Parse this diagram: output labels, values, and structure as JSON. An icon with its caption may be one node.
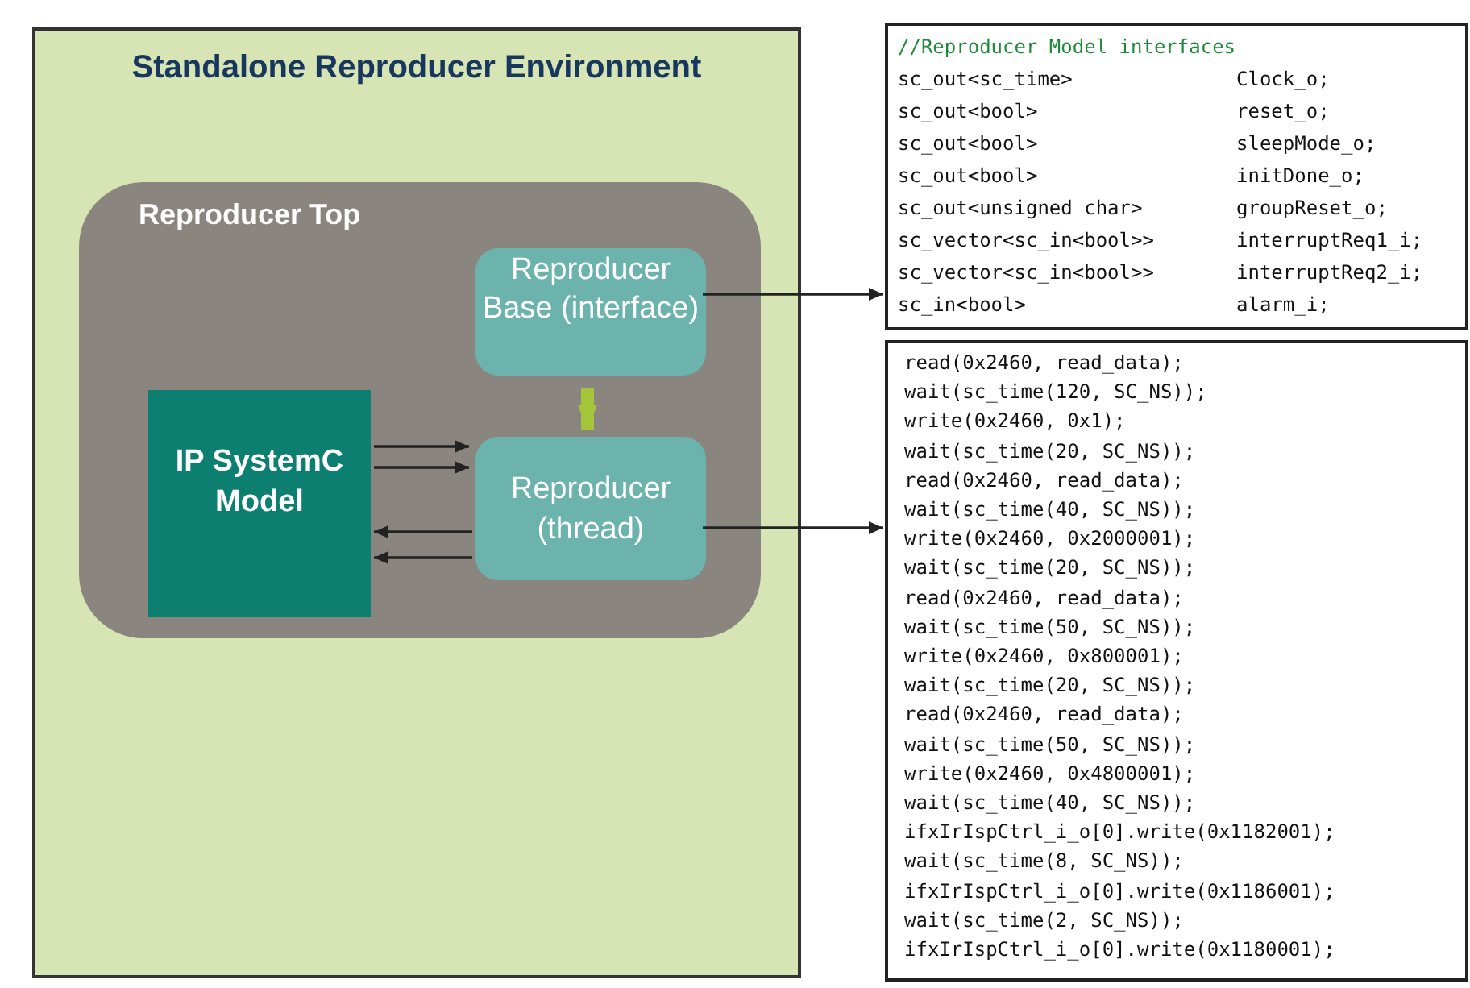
{
  "diagram": {
    "nodes": [
      {
        "text": [
          "Standalone Reproducer Environment"
        ]
      },
      {
        "text": [
          "Reproducer Top"
        ],
        "in": 0
      },
      {
        "text": [
          "Reproducer Base (interface)"
        ],
        "in": 1
      },
      {
        "text": [
          "IP SystemC Model"
        ],
        "in": 1
      },
      {
        "text": [
          "Reproducer (thread)"
        ],
        "in": 1
      },
      {
        "text": [
          "//Reproducer Model interfaces",
          "sc_out<sc_time>",
          "Clock_o;",
          "sc_out<bool>",
          "reset_o;",
          "sc_out<bool>",
          "sleepMode_o;",
          "sc_out<bool>",
          "initDone_o;",
          "sc_out<unsigned char>",
          "groupReset_o;",
          "sc_vector<sc_in<bool>>",
          "interruptReq1_i;",
          "sc_vector<sc_in<bool>>",
          "interruptReq2_i;",
          "sc_in<bool>",
          "alarm_i;"
        ]
      },
      {
        "text": [
          "read(0x2460, read_data);",
          "wait(sc_time(120, SC_NS));",
          "write(0x2460, 0x1);",
          "wait(sc_time(20, SC_NS));",
          "read(0x2460, read_data);",
          "wait(sc_time(40, SC_NS));",
          "write(0x2460, 0x2000001);",
          "wait(sc_time(20, SC_NS));",
          "read(0x2460, read_data);",
          "wait(sc_time(50, SC_NS));",
          "write(0x2460, 0x800001);",
          "wait(sc_time(20, SC_NS));",
          "read(0x2460, read_data);",
          "wait(sc_time(50, SC_NS));",
          "write(0x2460, 0x4800001);",
          "wait(sc_time(40, SC_NS));",
          "ifxIrIspCtrl_i_o[0].write(0x1182001);",
          "wait(sc_time(8, SC_NS));",
          "ifxIrIspCtrl_i_o[0].write(0x1186001);",
          "wait(sc_time(2, SC_NS));",
          "ifxIrIspCtrl_i_o[0].write(0x1180001);"
        ]
      }
    ],
    "edges": [
      {
        "from": 2,
        "to": 5,
        "arrow": "to"
      },
      {
        "from": 2,
        "to": 4,
        "arrow": "to",
        "style": "thick",
        "color": "#a4c43a"
      },
      {
        "from": 3,
        "to": 4,
        "arrow": "to"
      },
      {
        "from": 3,
        "to": 4,
        "arrow": "to"
      },
      {
        "from": 4,
        "to": 3,
        "arrow": "to"
      },
      {
        "from": 4,
        "to": 3,
        "arrow": "to"
      },
      {
        "from": 4,
        "to": 6,
        "arrow": "to"
      }
    ]
  }
}
